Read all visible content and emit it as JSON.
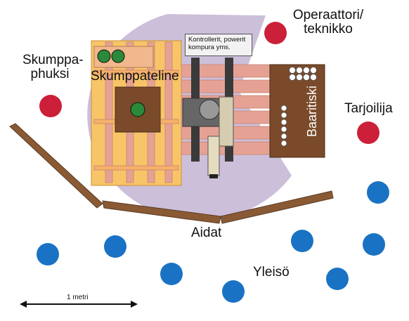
{
  "labels": {
    "operator": [
      "Operaattori/",
      "teknikko"
    ],
    "skumppaphuksi": [
      "Skumppa-",
      "phuksi"
    ],
    "skumppateline": "Skumppateline",
    "controllers_note": [
      "Kontrollerit, powerit",
      "kompura yms."
    ],
    "baaritiski": "Baaritiski",
    "tarjoilija": "Tarjoilija",
    "aidat": "Aidat",
    "yleiso": "Yleisö",
    "scale": "1 metri"
  },
  "colors": {
    "staff": "#cc1f39",
    "audience": "#1a72c4",
    "fence": "#8a5a35",
    "stage_area": "#c7b8d6",
    "platform": "#f8c468",
    "plank": "#e5a294",
    "dark_wood": "#7a4a2a",
    "green_item": "#2a8a3a"
  },
  "icons": [
    "staff-marker",
    "audience-marker",
    "bottle-icon",
    "glass-icon",
    "scale-arrow-icon"
  ]
}
